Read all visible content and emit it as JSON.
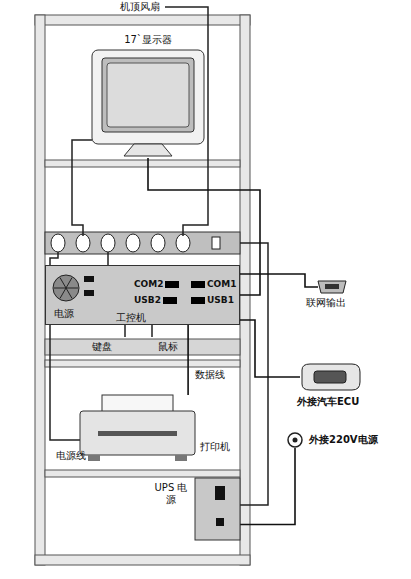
{
  "diagram": {
    "nodes": [
      {
        "text": [
          "17`显示器"
        ]
      },
      {
        "text": [
          "电源",
          "工控机"
        ]
      },
      {
        "text": [
          "COM2"
        ],
        "in": 1
      },
      {
        "text": [
          "USB2"
        ],
        "in": 1
      },
      {
        "text": [
          "COM1"
        ],
        "in": 1
      },
      {
        "text": [
          "USB1"
        ],
        "in": 1
      },
      {
        "text": [
          "打印机"
        ]
      },
      {
        "text": [
          "UPS 电源"
        ]
      },
      {
        "text": [
          "联网输出"
        ]
      },
      {
        "text": [
          "外接汽车ECU"
        ]
      },
      {
        "text": [
          "外接220V电源"
        ]
      }
    ],
    "edges": [
      {
        "from": 0,
        "to": 1,
        "arrow": "none"
      },
      {
        "from": 2,
        "to": 8,
        "arrow": "none"
      },
      {
        "from": 5,
        "to": 9,
        "arrow": "none"
      },
      {
        "from": 6,
        "to": 3,
        "label": "数据线",
        "arrow": "none"
      },
      {
        "from": 7,
        "to": 10,
        "arrow": "none"
      }
    ],
    "labels": [
      "机顶风扇",
      "键盘",
      "鼠标",
      "电源线"
    ]
  }
}
